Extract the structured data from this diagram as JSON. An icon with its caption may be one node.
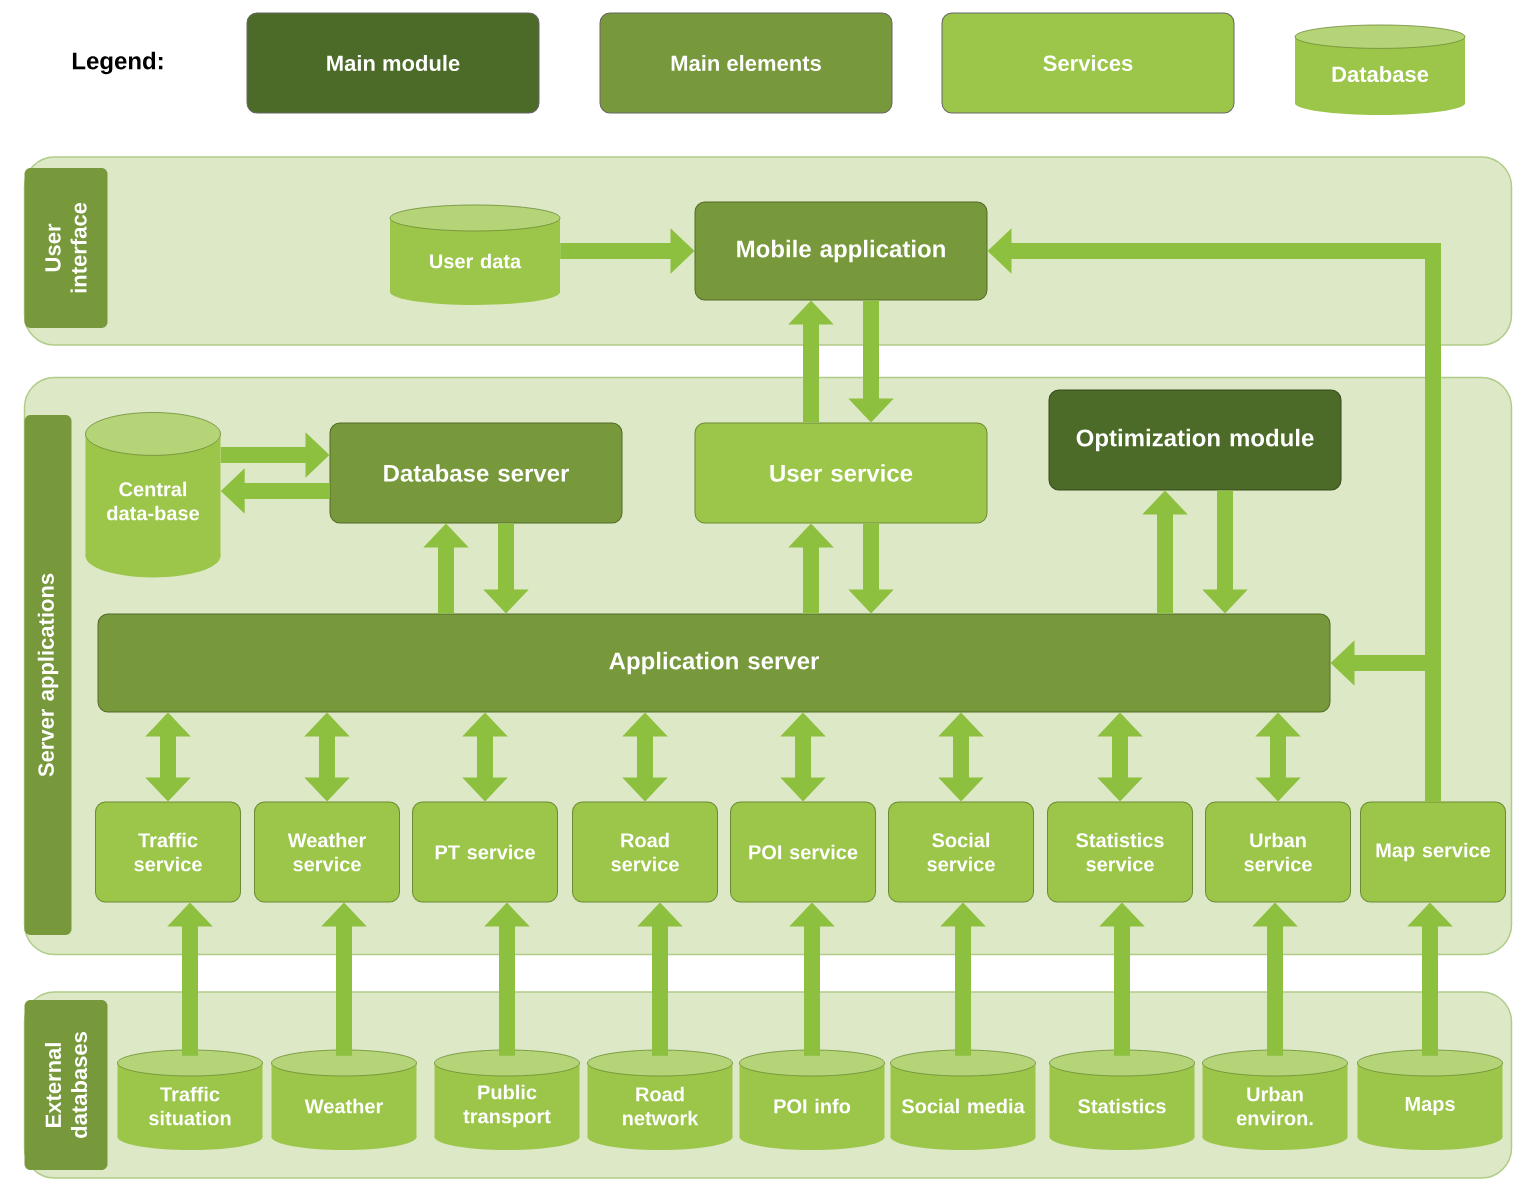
{
  "diagram": {
    "nodes": [
      {
        "text": [
          "User interface"
        ]
      },
      {
        "text": [
          "User data"
        ],
        "in": 0
      },
      {
        "text": [
          "Mobile application"
        ],
        "in": 0
      },
      {
        "text": [
          "Server applications"
        ]
      },
      {
        "text": [
          "Central data-base"
        ],
        "in": 3
      },
      {
        "text": [
          "Database server"
        ],
        "in": 3
      },
      {
        "text": [
          "User service"
        ],
        "in": 3
      },
      {
        "text": [
          "Optimization module"
        ],
        "in": 3
      },
      {
        "text": [
          "Application server"
        ],
        "in": 3
      },
      {
        "text": [
          "Traffic service"
        ],
        "in": 3
      },
      {
        "text": [
          "Weather service"
        ],
        "in": 3
      },
      {
        "text": [
          "PT service"
        ],
        "in": 3
      },
      {
        "text": [
          "Road service"
        ],
        "in": 3
      },
      {
        "text": [
          "POI service"
        ],
        "in": 3
      },
      {
        "text": [
          "Social service"
        ],
        "in": 3
      },
      {
        "text": [
          "Statistics service"
        ],
        "in": 3
      },
      {
        "text": [
          "Urban service"
        ],
        "in": 3
      },
      {
        "text": [
          "Map service"
        ],
        "in": 3
      },
      {
        "text": [
          "External databases"
        ]
      },
      {
        "text": [
          "Traffic situation"
        ],
        "in": 18
      },
      {
        "text": [
          "Weather"
        ],
        "in": 18
      },
      {
        "text": [
          "Public transport"
        ],
        "in": 18
      },
      {
        "text": [
          "Road network"
        ],
        "in": 18
      },
      {
        "text": [
          "POI info"
        ],
        "in": 18
      },
      {
        "text": [
          "Social media"
        ],
        "in": 18
      },
      {
        "text": [
          "Statistics"
        ],
        "in": 18
      },
      {
        "text": [
          "Urban environ."
        ],
        "in": 18
      },
      {
        "text": [
          "Maps"
        ],
        "in": 18
      }
    ],
    "edges": [
      {
        "from": 1,
        "to": 2,
        "arrow": "to"
      },
      {
        "from": 6,
        "to": 2,
        "arrow": "to"
      },
      {
        "from": 2,
        "to": 6,
        "arrow": "to"
      },
      {
        "from": 4,
        "to": 5,
        "arrow": "to"
      },
      {
        "from": 5,
        "to": 4,
        "arrow": "to"
      },
      {
        "from": 8,
        "to": 5,
        "arrow": "to"
      },
      {
        "from": 5,
        "to": 8,
        "arrow": "to"
      },
      {
        "from": 8,
        "to": 6,
        "arrow": "to"
      },
      {
        "from": 6,
        "to": 8,
        "arrow": "to"
      },
      {
        "from": 8,
        "to": 7,
        "arrow": "to"
      },
      {
        "from": 7,
        "to": 8,
        "arrow": "to"
      },
      {
        "from": 9,
        "to": 8,
        "arrow": "both"
      },
      {
        "from": 10,
        "to": 8,
        "arrow": "both"
      },
      {
        "from": 11,
        "to": 8,
        "arrow": "both"
      },
      {
        "from": 12,
        "to": 8,
        "arrow": "both"
      },
      {
        "from": 13,
        "to": 8,
        "arrow": "both"
      },
      {
        "from": 14,
        "to": 8,
        "arrow": "both"
      },
      {
        "from": 15,
        "to": 8,
        "arrow": "both"
      },
      {
        "from": 16,
        "to": 8,
        "arrow": "both"
      },
      {
        "from": 19,
        "to": 9,
        "arrow": "to"
      },
      {
        "from": 20,
        "to": 10,
        "arrow": "to"
      },
      {
        "from": 21,
        "to": 11,
        "arrow": "to"
      },
      {
        "from": 22,
        "to": 12,
        "arrow": "to"
      },
      {
        "from": 23,
        "to": 13,
        "arrow": "to"
      },
      {
        "from": 24,
        "to": 14,
        "arrow": "to"
      },
      {
        "from": 25,
        "to": 15,
        "arrow": "to"
      },
      {
        "from": 26,
        "to": 16,
        "arrow": "to"
      },
      {
        "from": 27,
        "to": 17,
        "arrow": "to"
      },
      {
        "from": 17,
        "to": 2,
        "arrow": "to"
      },
      {
        "from": 17,
        "to": 8,
        "arrow": "to"
      }
    ],
    "labels": [
      "Legend:"
    ],
    "legend": [
      {
        "text": "Main module",
        "color": "#4d6b28"
      },
      {
        "text": "Main elements",
        "color": "#77993b"
      },
      {
        "text": "Services",
        "color": "#9cc64a"
      },
      {
        "text": "Database"
      }
    ]
  }
}
